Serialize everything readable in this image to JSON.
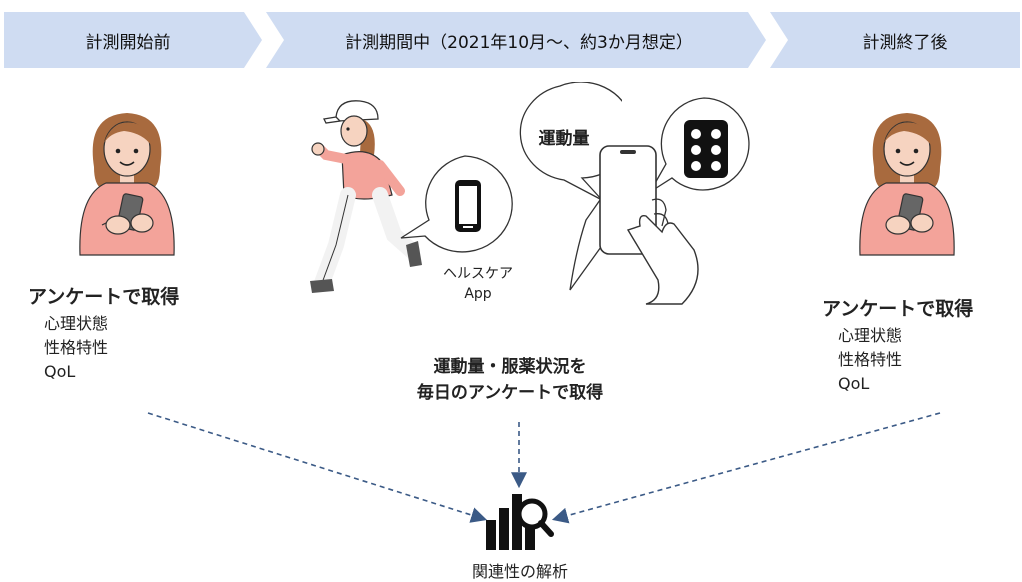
{
  "timeline": {
    "before": "計測開始前",
    "during": "計測期間中（2021年10月～、約3か月想定）",
    "after": "計測終了後"
  },
  "left_survey": {
    "title": "アンケートで取得",
    "items": [
      "心理状態",
      "性格特性",
      "QoL"
    ]
  },
  "right_survey": {
    "title": "アンケートで取得",
    "items": [
      "心理状態",
      "性格特性",
      "QoL"
    ]
  },
  "app_label": {
    "line1": "ヘルスケア",
    "line2": "App"
  },
  "bubble_text": "運動量",
  "center_caption": {
    "line1": "運動量・服薬状況を",
    "line2": "毎日のアンケートで取得"
  },
  "analysis_label": "関連性の解析",
  "colors": {
    "banner": "#cfdcf2",
    "skin": "#f6d3c0",
    "hair": "#a86a3e",
    "sweater": "#f3a39a",
    "arrow": "#3b5a86"
  }
}
